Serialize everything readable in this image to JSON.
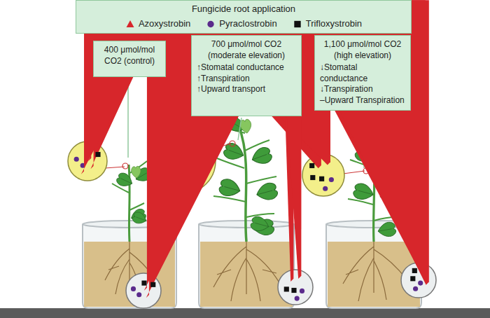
{
  "diagram": {
    "nodes": [
      {
        "text": [
          "Fungicide root application"
        ]
      },
      {
        "text": [
          "400 μmol/mol CO2 (control)"
        ]
      },
      {
        "text": [
          "700 μmol/mol CO2 (moderate elevation)",
          "↑Stomatal conductance",
          "↑Transpiration",
          "↑Upward transport"
        ]
      },
      {
        "text": [
          "1,100 μmol/mol CO2 (high elevation)",
          "↓Stomatal conductance",
          "↓Transpiration",
          "–Upward Transpiration"
        ]
      }
    ],
    "legend": [
      {
        "text": "Azoxystrobin"
      },
      {
        "text": "Pyraclostrobin"
      },
      {
        "text": "Trifloxystrobin"
      }
    ]
  }
}
